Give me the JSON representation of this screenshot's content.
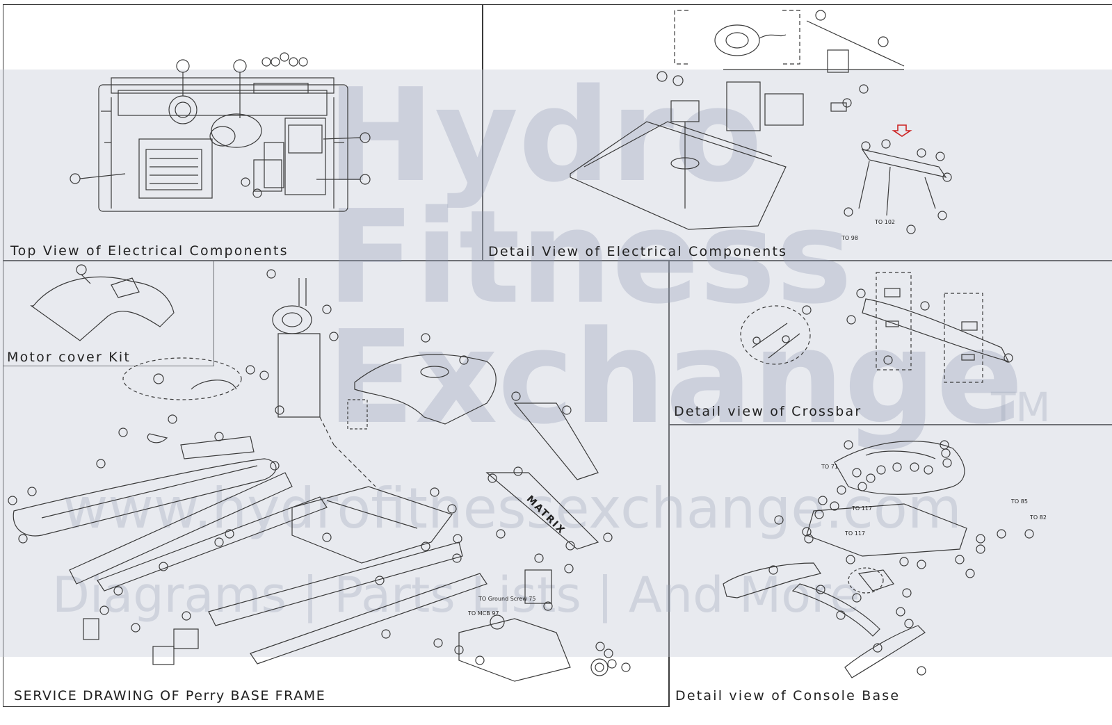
{
  "panels": {
    "top_view": "Top View of Electrical Components",
    "detail_view": "Detail View of Electrical Components",
    "motor_cover": "Motor cover Kit",
    "base_frame": "SERVICE DRAWING OF Perry BASE FRAME",
    "crossbar": "Detail view of Crossbar",
    "console_base": "Detail view of Console Base"
  },
  "watermark": {
    "line1": "Hydro",
    "line2": "Fitness",
    "line3": "Exchange",
    "tm": "TM",
    "url": "www.hydrofitnessexchange.com",
    "tagline": "Diagrams | Parts Lists | And More"
  },
  "callouts": {
    "to_98": "TO 98",
    "to_102": "TO 102",
    "to_71": "TO 71",
    "to_85": "TO 85",
    "to_82": "TO 82",
    "to_117a": "TO 117",
    "to_117b": "TO 117",
    "to_ground_screw": "TO Ground Screw 75",
    "to_mcb": "TO MCB 97",
    "brand": "MATRIX"
  },
  "colors": {
    "line": "#3a3a3a",
    "watermark": "#8c96af",
    "arrow": "#cc2222"
  }
}
